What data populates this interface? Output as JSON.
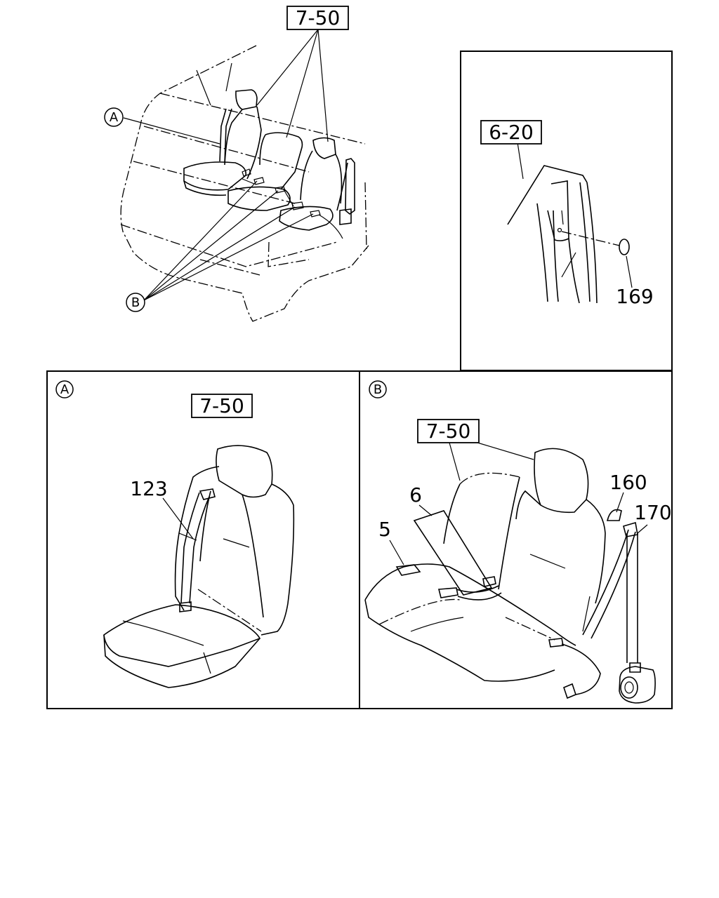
{
  "callouts": {
    "ref_top": "7-50",
    "ref_roof": "6-20",
    "part_169": "169",
    "view_a": "A",
    "view_b": "B",
    "ref_a": "7-50",
    "part_123": "123",
    "ref_b": "7-50",
    "part_5": "5",
    "part_6": "6",
    "part_160": "160",
    "part_170": "170"
  }
}
